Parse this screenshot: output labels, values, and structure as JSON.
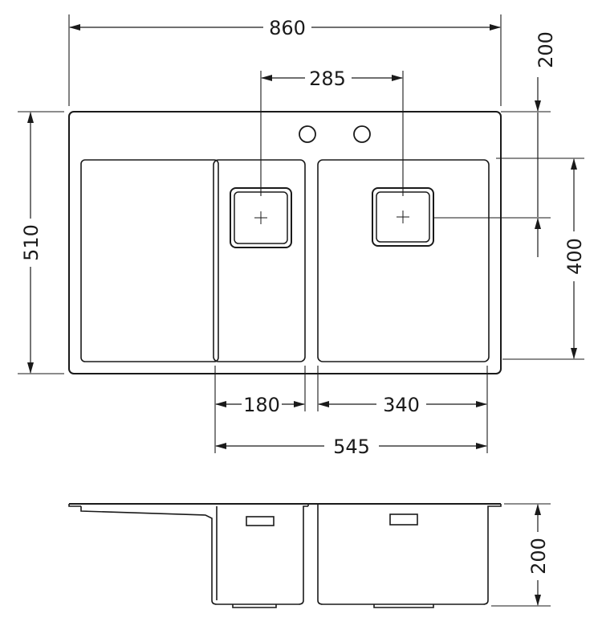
{
  "dimensions": {
    "total_width": "860",
    "drain_spacing": "285",
    "depth_right_top": "200",
    "total_depth": "510",
    "bowl_depth": "400",
    "small_bowl_width": "180",
    "large_bowl_width": "340",
    "bowls_width": "545",
    "bowl_height": "200"
  }
}
